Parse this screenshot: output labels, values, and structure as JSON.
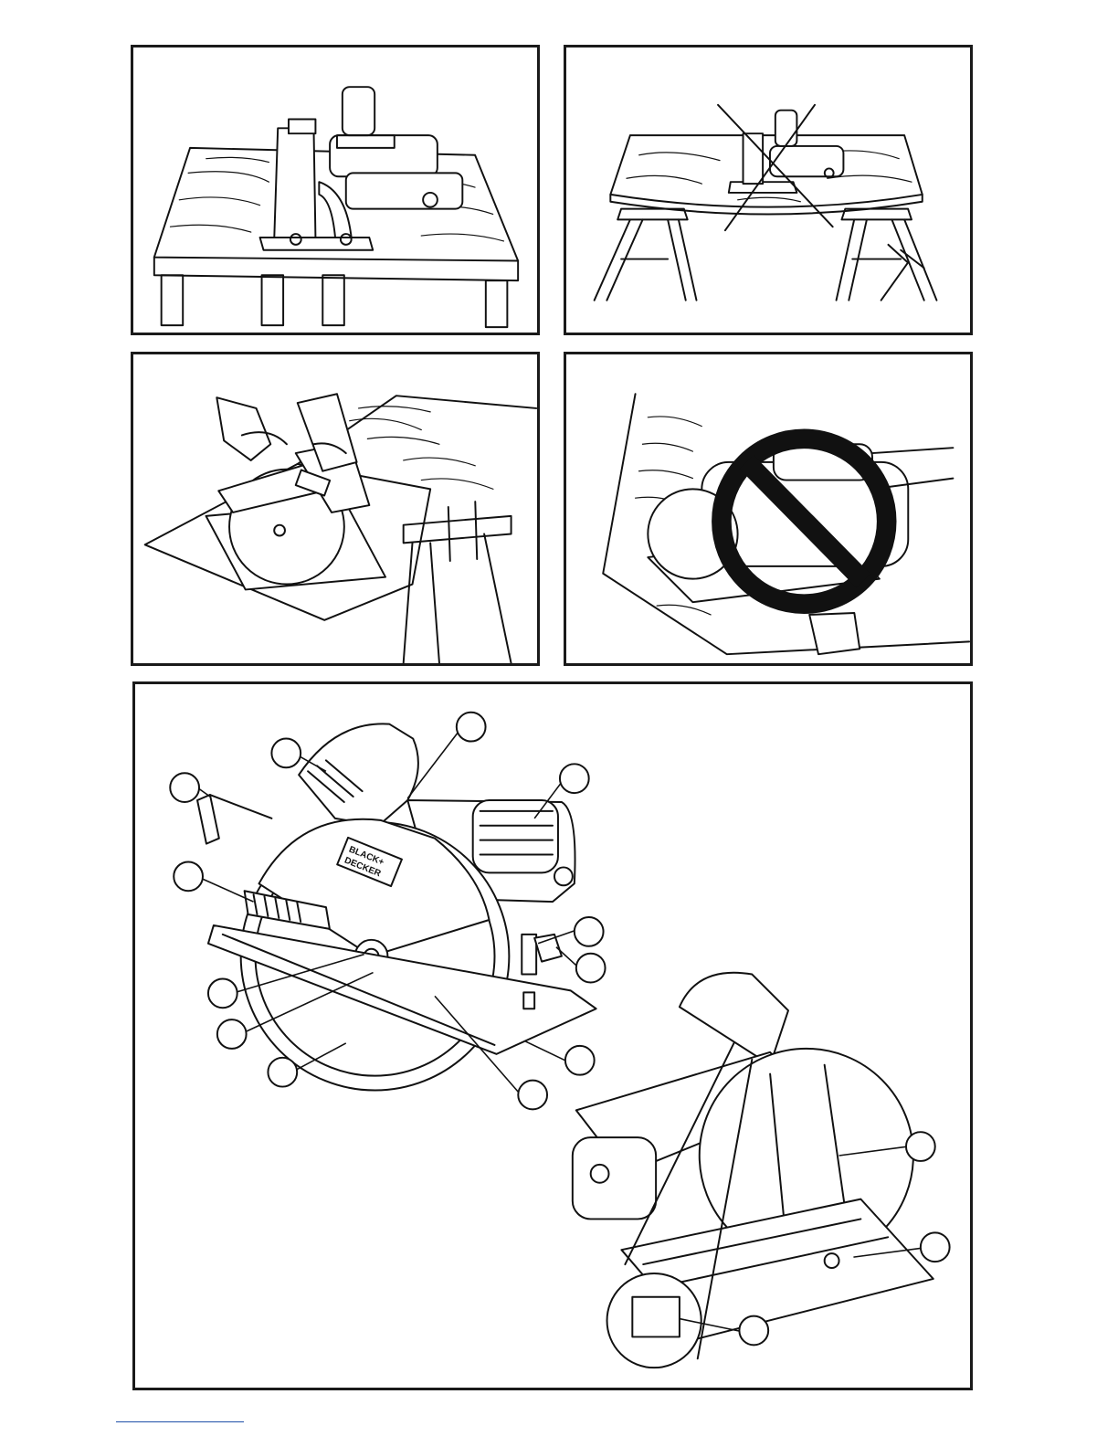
{
  "page": {
    "background": "#ffffff",
    "ink_color": "#111111"
  },
  "figures": [
    {
      "id": "A",
      "description_icon": "saw-supported-on-boards-correct"
    },
    {
      "id": "B",
      "description_icon": "saw-on-sagging-board-incorrect"
    },
    {
      "id": "C",
      "description_icon": "two-hand-grip-correct"
    },
    {
      "id": "D",
      "description_icon": "hand-under-workpiece-prohibited"
    },
    {
      "id": "E",
      "description_icon": "parts-identification"
    }
  ],
  "product": {
    "brand_line_1": "BLACK+",
    "brand_line_2": "DECKER"
  },
  "callouts_count": 14,
  "footer": {
    "rule_color": "#1f4fa8"
  }
}
